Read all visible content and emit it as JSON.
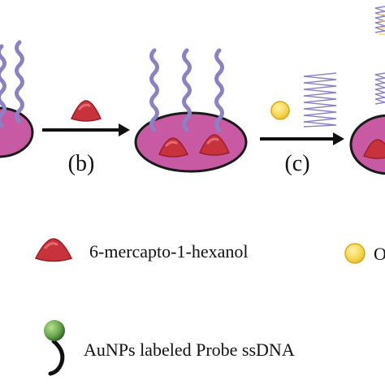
{
  "steps": {
    "b_label": "(b)",
    "c_label": "(c)"
  },
  "legend": {
    "mch_label": "6-mercapto-1-hexanol",
    "target_label_partial": "O",
    "aunp_probe_label": "AuNPs labeled Probe ssDNA"
  },
  "colors": {
    "electrode_fill": "#c85aa3",
    "electrode_stroke": "#1a1a1a",
    "dna_strand": "#8a82c4",
    "mch_fill": "#c8323c",
    "mch_highlight": "#e76a70",
    "target_fill": "#f5d24a",
    "target_stroke": "#d9a91a",
    "aunp_fill": "#6aa84f",
    "arrow": "#111111"
  },
  "icons": {
    "mch": "red-triangle-molecule-icon",
    "target": "yellow-circle-icon",
    "aunp": "green-sphere-with-tail-icon"
  }
}
